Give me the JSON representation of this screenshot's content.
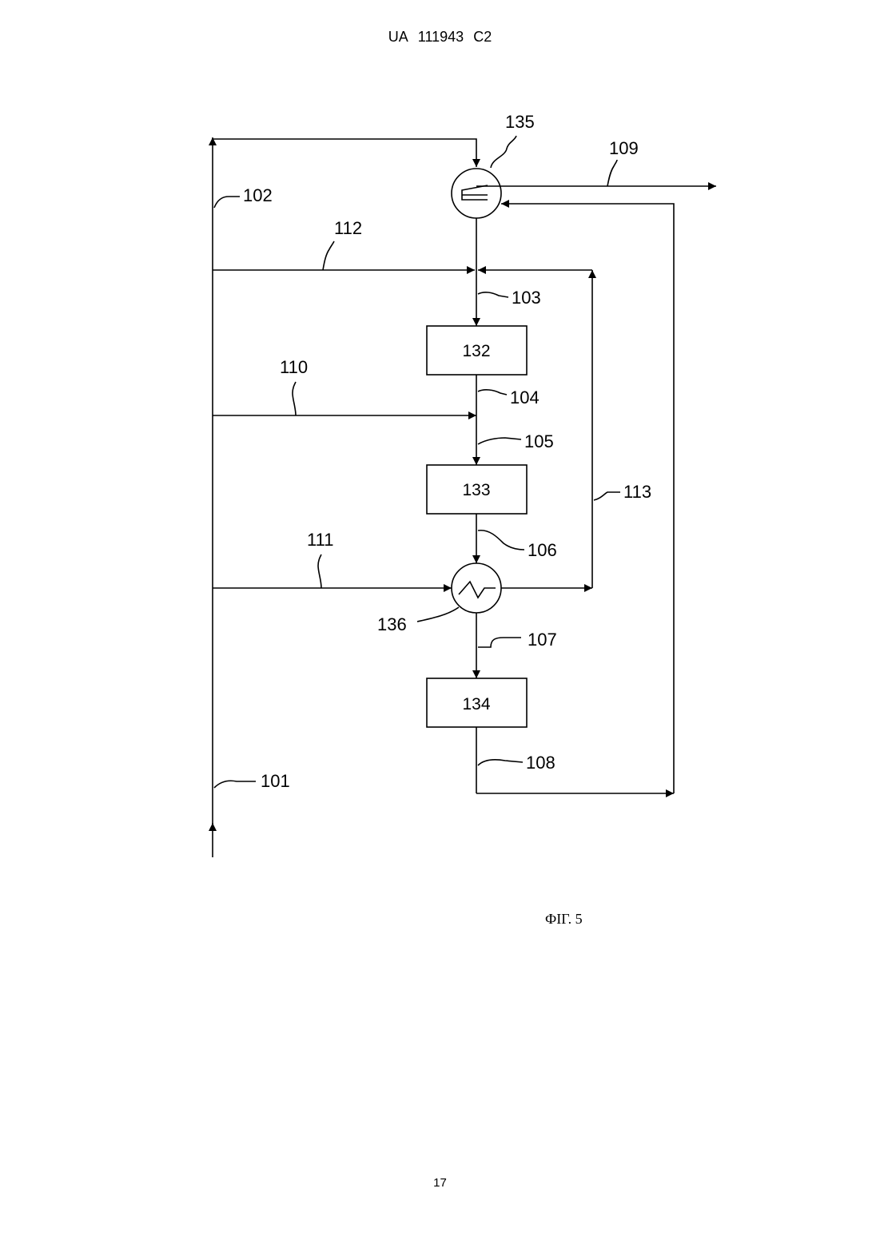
{
  "header": {
    "country": "UA",
    "number": "111943",
    "kind": "C2"
  },
  "units": {
    "u132": "132",
    "u133": "133",
    "u134": "134"
  },
  "exchangers": {
    "e135": "135",
    "e136": "136"
  },
  "streams": {
    "s101": "101",
    "s102": "102",
    "s103": "103",
    "s104": "104",
    "s105": "105",
    "s106": "106",
    "s107": "107",
    "s108": "108",
    "s109": "109",
    "s110": "110",
    "s111": "111",
    "s112": "112",
    "s113": "113"
  },
  "caption": "ФІГ. 5",
  "page_number": "17"
}
